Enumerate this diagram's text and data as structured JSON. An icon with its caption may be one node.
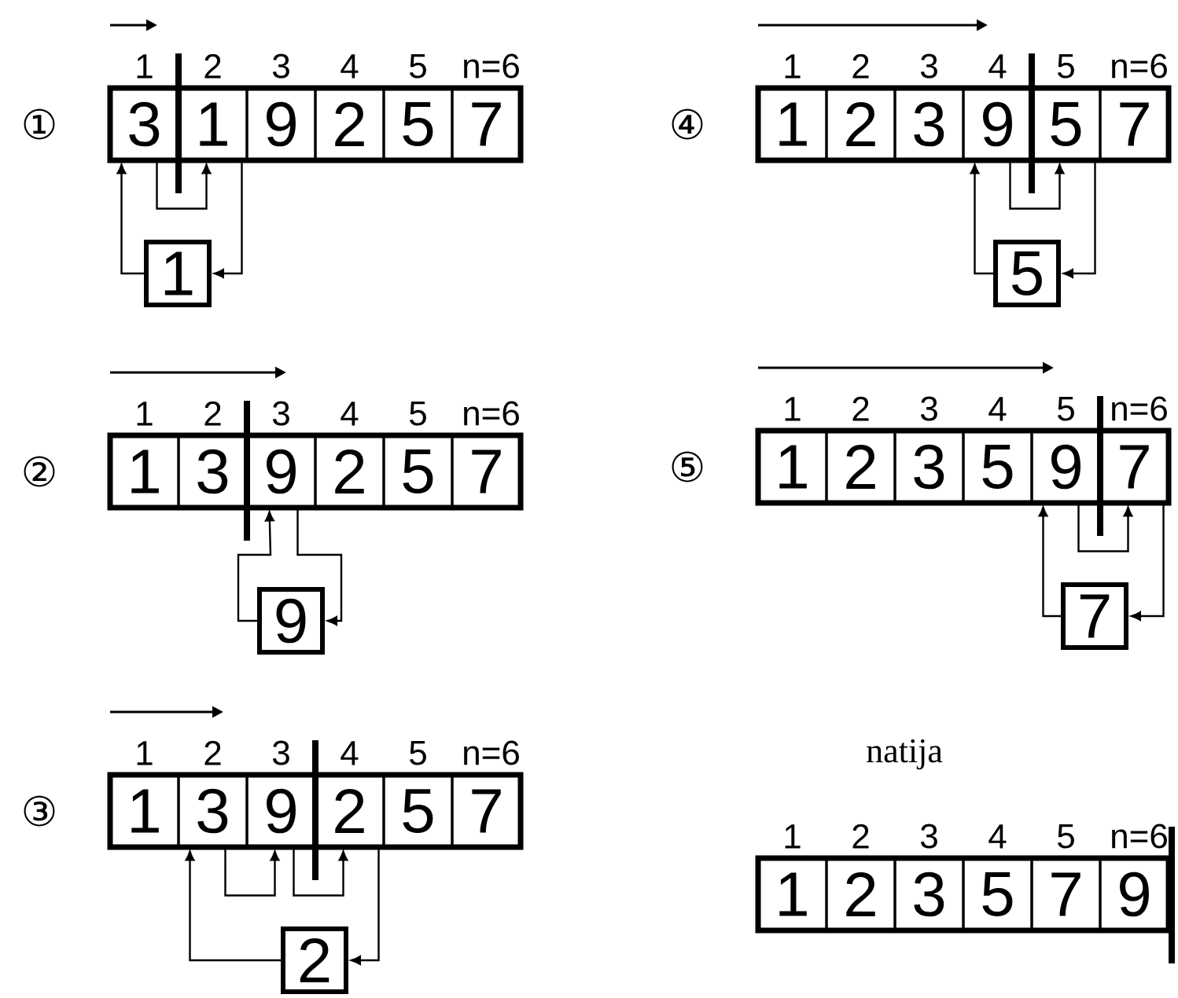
{
  "diagram": {
    "nodes": [
      {
        "text": [
          "3"
        ],
        "beside": [
          "1"
        ]
      },
      {
        "text": [
          "1"
        ],
        "beside": [
          "2"
        ]
      },
      {
        "text": [
          "9"
        ],
        "beside": [
          "3"
        ]
      },
      {
        "text": [
          "2"
        ],
        "beside": [
          "4"
        ]
      },
      {
        "text": [
          "5"
        ],
        "beside": [
          "5"
        ]
      },
      {
        "text": [
          "7"
        ],
        "beside": [
          "n=6"
        ]
      },
      {
        "text": [
          "1"
        ]
      },
      {
        "text": [
          "1"
        ],
        "beside": [
          "1"
        ]
      },
      {
        "text": [
          "3"
        ],
        "beside": [
          "2"
        ]
      },
      {
        "text": [
          "9"
        ],
        "beside": [
          "3"
        ]
      },
      {
        "text": [
          "2"
        ],
        "beside": [
          "4"
        ]
      },
      {
        "text": [
          "5"
        ],
        "beside": [
          "5"
        ]
      },
      {
        "text": [
          "7"
        ],
        "beside": [
          "n=6"
        ]
      },
      {
        "text": [
          "9"
        ]
      },
      {
        "text": [
          "1"
        ],
        "beside": [
          "1"
        ]
      },
      {
        "text": [
          "3"
        ],
        "beside": [
          "2"
        ]
      },
      {
        "text": [
          "9"
        ],
        "beside": [
          "3"
        ]
      },
      {
        "text": [
          "2"
        ],
        "beside": [
          "4"
        ]
      },
      {
        "text": [
          "5"
        ],
        "beside": [
          "5"
        ]
      },
      {
        "text": [
          "7"
        ],
        "beside": [
          "n=6"
        ]
      },
      {
        "text": [
          "2"
        ]
      },
      {
        "text": [
          "1"
        ],
        "beside": [
          "1"
        ]
      },
      {
        "text": [
          "2"
        ],
        "beside": [
          "2"
        ]
      },
      {
        "text": [
          "3"
        ],
        "beside": [
          "3"
        ]
      },
      {
        "text": [
          "9"
        ],
        "beside": [
          "4"
        ]
      },
      {
        "text": [
          "5"
        ],
        "beside": [
          "5"
        ]
      },
      {
        "text": [
          "7"
        ],
        "beside": [
          "n=6"
        ]
      },
      {
        "text": [
          "5"
        ]
      },
      {
        "text": [
          "1"
        ],
        "beside": [
          "1"
        ]
      },
      {
        "text": [
          "2"
        ],
        "beside": [
          "2"
        ]
      },
      {
        "text": [
          "3"
        ],
        "beside": [
          "3"
        ]
      },
      {
        "text": [
          "5"
        ],
        "beside": [
          "4"
        ]
      },
      {
        "text": [
          "9"
        ],
        "beside": [
          "5"
        ]
      },
      {
        "text": [
          "7"
        ],
        "beside": [
          "n=6"
        ]
      },
      {
        "text": [
          "7"
        ]
      },
      {
        "text": [
          "1"
        ],
        "beside": [
          "1"
        ]
      },
      {
        "text": [
          "2"
        ],
        "beside": [
          "2"
        ]
      },
      {
        "text": [
          "3"
        ],
        "beside": [
          "3"
        ]
      },
      {
        "text": [
          "5"
        ],
        "beside": [
          "4"
        ]
      },
      {
        "text": [
          "7"
        ],
        "beside": [
          "5"
        ]
      },
      {
        "text": [
          "9"
        ],
        "beside": [
          "n=6"
        ]
      }
    ],
    "edges": [
      {
        "from": 6,
        "to": 0,
        "arrow": "to"
      },
      {
        "from": 1,
        "to": 6,
        "arrow": "to"
      },
      {
        "from": 0,
        "to": 1,
        "arrow": "to"
      },
      {
        "from": 13,
        "to": 9,
        "arrow": "to"
      },
      {
        "from": 9,
        "to": 13,
        "arrow": "to"
      },
      {
        "from": 20,
        "to": 15,
        "arrow": "to"
      },
      {
        "from": 17,
        "to": 20,
        "arrow": "to"
      },
      {
        "from": 15,
        "to": 16,
        "arrow": "to"
      },
      {
        "from": 16,
        "to": 17,
        "arrow": "to"
      },
      {
        "from": 27,
        "to": 24,
        "arrow": "to"
      },
      {
        "from": 25,
        "to": 27,
        "arrow": "to"
      },
      {
        "from": 24,
        "to": 25,
        "arrow": "to"
      },
      {
        "from": 34,
        "to": 32,
        "arrow": "to"
      },
      {
        "from": 33,
        "to": 34,
        "arrow": "to"
      },
      {
        "from": 32,
        "to": 33,
        "arrow": "to"
      }
    ],
    "labels": [
      "①",
      "②",
      "③",
      "④",
      "⑤",
      "natija"
    ]
  }
}
